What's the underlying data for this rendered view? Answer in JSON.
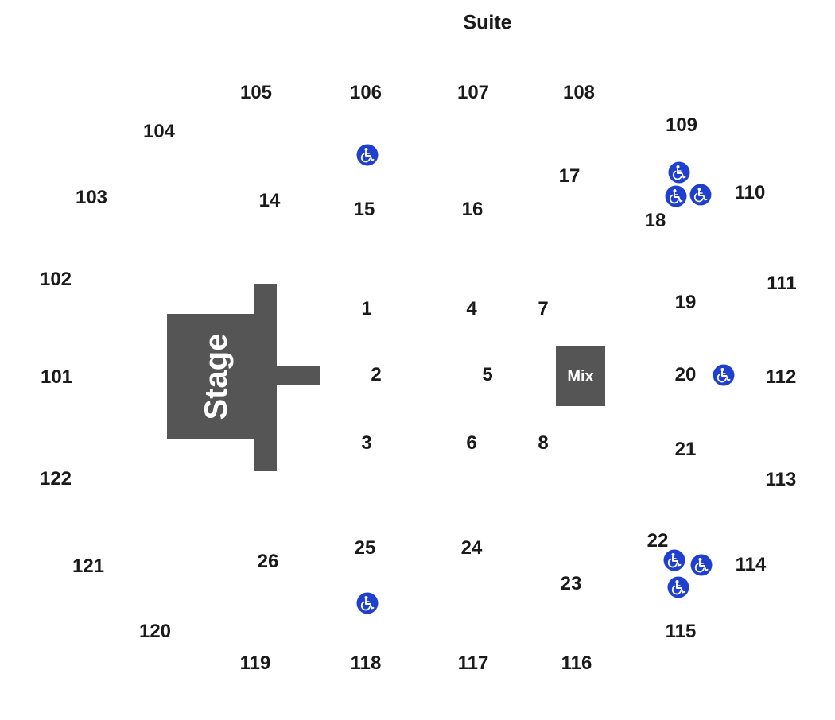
{
  "map": {
    "suite_label": "Suite",
    "stage_label": "Stage",
    "mix_label": "Mix",
    "colors": {
      "block": "#555555",
      "accessible_icon": "#1f3fcf",
      "text": "#1a1a1a"
    },
    "floor_sections": [
      "1",
      "2",
      "3",
      "4",
      "5",
      "6",
      "7",
      "8"
    ],
    "lower_sections": [
      "14",
      "15",
      "16",
      "17",
      "18",
      "19",
      "20",
      "21",
      "22",
      "23",
      "24",
      "25",
      "26"
    ],
    "upper_sections": [
      "101",
      "102",
      "103",
      "104",
      "105",
      "106",
      "107",
      "108",
      "109",
      "110",
      "111",
      "112",
      "113",
      "114",
      "115",
      "116",
      "117",
      "118",
      "119",
      "120",
      "121",
      "122"
    ],
    "accessible_icon": "wheelchair-icon"
  }
}
